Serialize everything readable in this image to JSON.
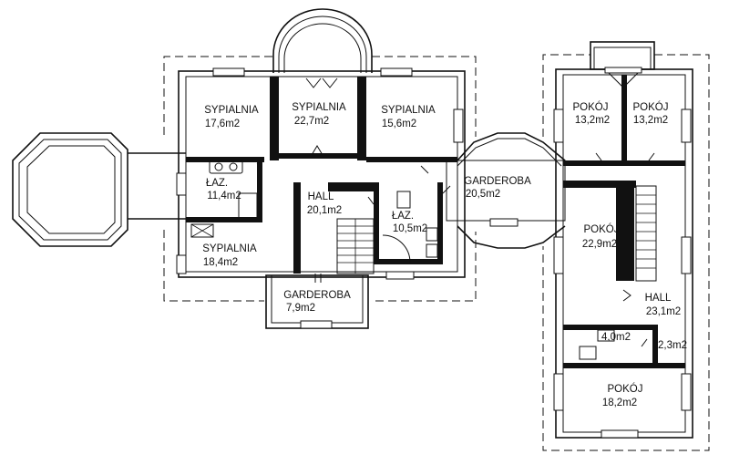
{
  "rooms": [
    {
      "id": "sypialnia-1",
      "name": "SYPIALNIA",
      "area": "17,6m2"
    },
    {
      "id": "sypialnia-2",
      "name": "SYPIALNIA",
      "area": "22,7m2"
    },
    {
      "id": "sypialnia-3",
      "name": "SYPIALNIA",
      "area": "15,6m2"
    },
    {
      "id": "lazienka-1",
      "name": "ŁAZ.",
      "area": "11,4m2"
    },
    {
      "id": "hall-1",
      "name": "HALL",
      "area": "20,1m2"
    },
    {
      "id": "lazienka-2",
      "name": "ŁAZ.",
      "area": "10,5m2"
    },
    {
      "id": "garderoba-1",
      "name": "GARDEROBA",
      "area": "20,5m2"
    },
    {
      "id": "sypialnia-4",
      "name": "SYPIALNIA",
      "area": "18,4m2"
    },
    {
      "id": "garderoba-2",
      "name": "GARDEROBA",
      "area": "7,9m2"
    },
    {
      "id": "pokoj-1",
      "name": "POKÓJ",
      "area": "13,2m2"
    },
    {
      "id": "pokoj-2",
      "name": "POKÓJ",
      "area": "13,2m2"
    },
    {
      "id": "pokoj-3",
      "name": "POKÓJ",
      "area": "22,9m2"
    },
    {
      "id": "hall-2",
      "name": "HALL",
      "area": "23,1m2"
    },
    {
      "id": "pomieszczenie-1",
      "name": "",
      "area": "4,0m2"
    },
    {
      "id": "pomieszczenie-2",
      "name": "",
      "area": "2,3m2"
    },
    {
      "id": "pokoj-4",
      "name": "POKÓJ",
      "area": "18,2m2"
    }
  ]
}
